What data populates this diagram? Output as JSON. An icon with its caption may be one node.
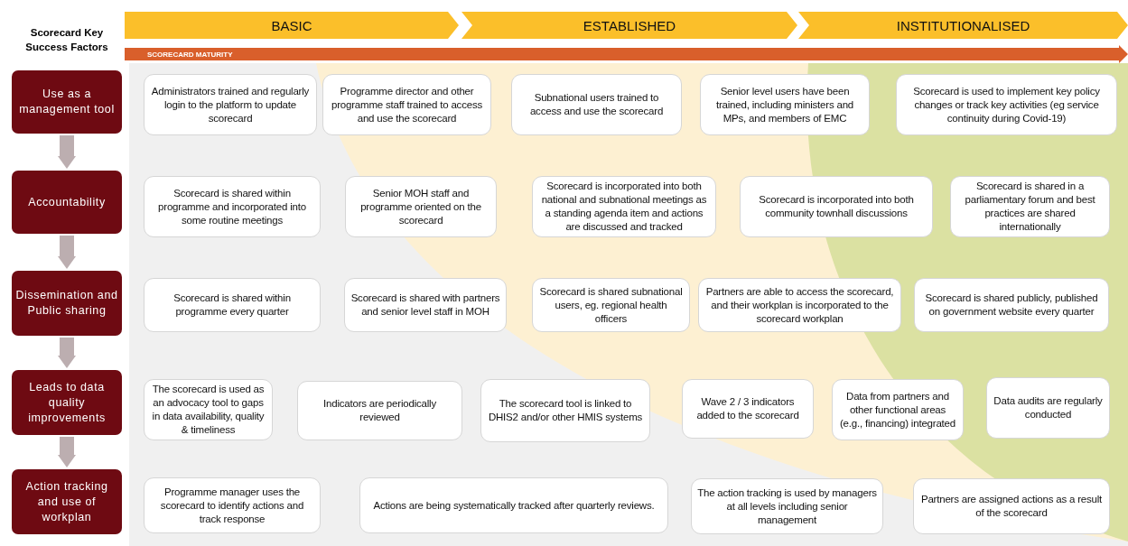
{
  "diagram": {
    "nodes": [
      {
        "text": [
          "BASIC"
        ]
      },
      {
        "text": [
          "ESTABLISHED"
        ]
      },
      {
        "text": [
          "INSTITUTIONALISED"
        ]
      },
      {
        "text": [
          "SCORECARD MATURITY"
        ]
      },
      {
        "text": [
          "Use as a management tool"
        ]
      },
      {
        "text": [
          "Accountability"
        ]
      },
      {
        "text": [
          "Dissemination and Public sharing"
        ]
      },
      {
        "text": [
          "Leads to data quality improvements"
        ]
      },
      {
        "text": [
          "Action tracking and use of workplan"
        ]
      },
      {
        "text": [
          "Administrators trained and regularly login to the platform to update scorecard"
        ]
      },
      {
        "text": [
          "Programme director and other programme staff trained to access and use the scorecard"
        ]
      },
      {
        "text": [
          "Subnational users trained to access and use the scorecard"
        ]
      },
      {
        "text": [
          "Senior level users have been trained, including ministers and MPs, and members of EMC"
        ]
      },
      {
        "text": [
          "Scorecard is used to implement key policy changes or track key activities (eg service continuity during Covid-19)"
        ]
      },
      {
        "text": [
          "Scorecard is shared within programme and incorporated into some routine meetings"
        ]
      },
      {
        "text": [
          "Senior MOH staff and programme oriented on the scorecard"
        ]
      },
      {
        "text": [
          "Scorecard is incorporated into both national and subnational meetings as a standing agenda item and actions are discussed and tracked"
        ]
      },
      {
        "text": [
          "Scorecard is incorporated into both community townhall discussions"
        ]
      },
      {
        "text": [
          "Scorecard is shared in a parliamentary forum and best practices are shared internationally"
        ]
      },
      {
        "text": [
          "Scorecard is shared within programme every quarter"
        ]
      },
      {
        "text": [
          "Scorecard is shared with partners and senior level staff in MOH"
        ]
      },
      {
        "text": [
          "Scorecard is shared subnational users, eg. regional health officers"
        ]
      },
      {
        "text": [
          "Partners are able to access the scorecard, and their workplan is incorporated to the scorecard workplan"
        ]
      },
      {
        "text": [
          "Scorecard is shared publicly, published on government website every quarter"
        ]
      },
      {
        "text": [
          "The scorecard is used as an advocacy tool to gaps in data availability, quality & timeliness"
        ]
      },
      {
        "text": [
          "Indicators are periodically reviewed"
        ]
      },
      {
        "text": [
          "The scorecard tool is linked to DHIS2 and/or other HMIS systems"
        ]
      },
      {
        "text": [
          "Wave 2 / 3 indicators added to the scorecard"
        ]
      },
      {
        "text": [
          "Data from partners and other functional areas (e.g., financing) integrated"
        ]
      },
      {
        "text": [
          "Data audits are regularly conducted"
        ]
      },
      {
        "text": [
          "Programme manager uses the scorecard to identify actions and track response"
        ]
      },
      {
        "text": [
          "Actions are being systematically tracked after quarterly reviews."
        ]
      },
      {
        "text": [
          "The action tracking is used by managers at all levels including senior management"
        ]
      },
      {
        "text": [
          "Partners are assigned actions as a result of the scorecard"
        ]
      }
    ],
    "edges": [
      {
        "from": 4,
        "to": 5,
        "arrow": "to"
      },
      {
        "from": 5,
        "to": 6,
        "arrow": "to"
      },
      {
        "from": 6,
        "to": 7,
        "arrow": "to"
      },
      {
        "from": 7,
        "to": 8,
        "arrow": "to"
      }
    ],
    "labels": [
      "Scorecard Key Success Factors"
    ]
  }
}
